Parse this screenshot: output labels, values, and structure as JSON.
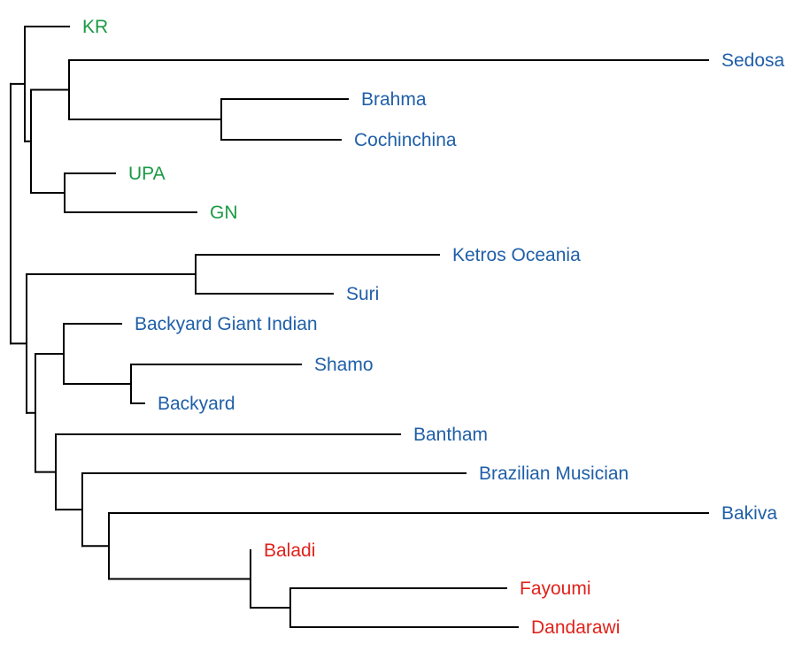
{
  "colors": {
    "branch": "#000000",
    "green": "#1a9a45",
    "blue": "#1f5fa8",
    "red": "#e0221b"
  },
  "tree": {
    "leaves": [
      {
        "id": "kr",
        "label": "KR",
        "color": "green"
      },
      {
        "id": "sedosa",
        "label": "Sedosa",
        "color": "blue"
      },
      {
        "id": "brahma",
        "label": "Brahma",
        "color": "blue"
      },
      {
        "id": "cochinchina",
        "label": "Cochinchina",
        "color": "blue"
      },
      {
        "id": "upa",
        "label": "UPA",
        "color": "green"
      },
      {
        "id": "gn",
        "label": "GN",
        "color": "green"
      },
      {
        "id": "ketros-oceania",
        "label": "Ketros Oceania",
        "color": "blue"
      },
      {
        "id": "suri",
        "label": "Suri",
        "color": "blue"
      },
      {
        "id": "backyard-giant-indian",
        "label": "Backyard Giant Indian",
        "color": "blue"
      },
      {
        "id": "shamo",
        "label": "Shamo",
        "color": "blue"
      },
      {
        "id": "backyard",
        "label": "Backyard",
        "color": "blue"
      },
      {
        "id": "bantham",
        "label": "Bantham",
        "color": "blue"
      },
      {
        "id": "brazilian-musician",
        "label": "Brazilian Musician",
        "color": "blue"
      },
      {
        "id": "bakiva",
        "label": "Bakiva",
        "color": "blue"
      },
      {
        "id": "baladi",
        "label": "Baladi",
        "color": "red"
      },
      {
        "id": "fayoumi",
        "label": "Fayoumi",
        "color": "red"
      },
      {
        "id": "dandarawi",
        "label": "Dandarawi",
        "color": "red"
      }
    ]
  }
}
